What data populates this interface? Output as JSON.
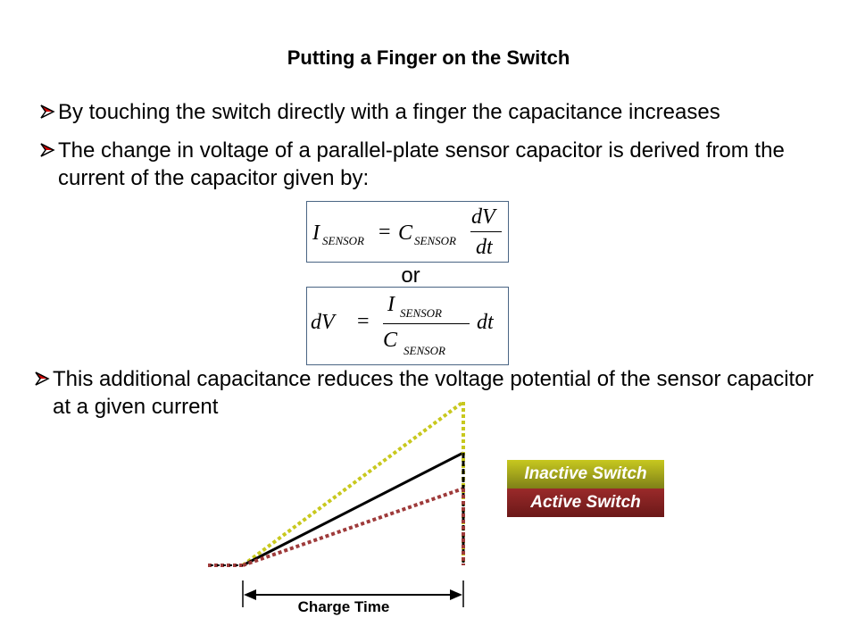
{
  "title": "Putting a Finger on the Switch",
  "bullets": [
    "By touching the switch directly with a finger the capacitance increases",
    "The change in voltage of a parallel-plate sensor capacitor is derived from the current of the capacitor given by:",
    "This additional capacitance reduces the voltage potential of the sensor capacitor at a given current"
  ],
  "equation1": {
    "i": "I",
    "i_sub": "SENSOR",
    "eq": "=",
    "c": "C",
    "c_sub": "SENSOR",
    "num": "dV",
    "den": "dt"
  },
  "connector": "or",
  "equation2": {
    "lhs": "dV",
    "eq": "=",
    "num": "I",
    "num_sub": "SENSOR",
    "den": "C",
    "den_sub": "SENSOR",
    "rhs": "dt"
  },
  "legend": {
    "inactive": "Inactive Switch",
    "active": "Active Switch"
  },
  "axis_label": "Charge Time",
  "colors": {
    "inactive": "#c8c81e",
    "active": "#9e3a3a",
    "nominal": "#000000",
    "box_border": "#4a6584",
    "bullet_arrow": "#cc0000"
  }
}
